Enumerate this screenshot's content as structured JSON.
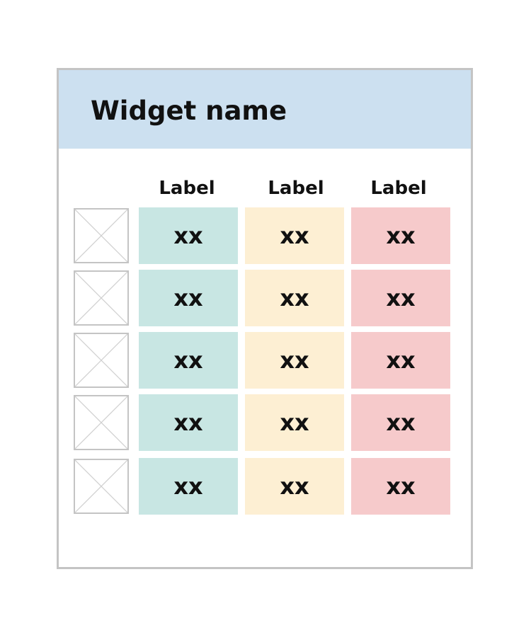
{
  "widget": {
    "title": "Widget name",
    "header_color": "#cce0f0"
  },
  "table": {
    "columns": [
      {
        "label": "Label",
        "color": "#c8e6e3"
      },
      {
        "label": "Label",
        "color": "#fdefd3"
      },
      {
        "label": "Label",
        "color": "#f6cacb"
      }
    ],
    "rows": [
      {
        "image": "image-placeholder-icon",
        "cells": [
          "xx",
          "xx",
          "xx"
        ]
      },
      {
        "image": "image-placeholder-icon",
        "cells": [
          "xx",
          "xx",
          "xx"
        ]
      },
      {
        "image": "image-placeholder-icon",
        "cells": [
          "xx",
          "xx",
          "xx"
        ]
      },
      {
        "image": "image-placeholder-icon",
        "cells": [
          "xx",
          "xx",
          "xx"
        ]
      },
      {
        "image": "image-placeholder-icon",
        "cells": [
          "xx",
          "xx",
          "xx"
        ]
      }
    ]
  }
}
